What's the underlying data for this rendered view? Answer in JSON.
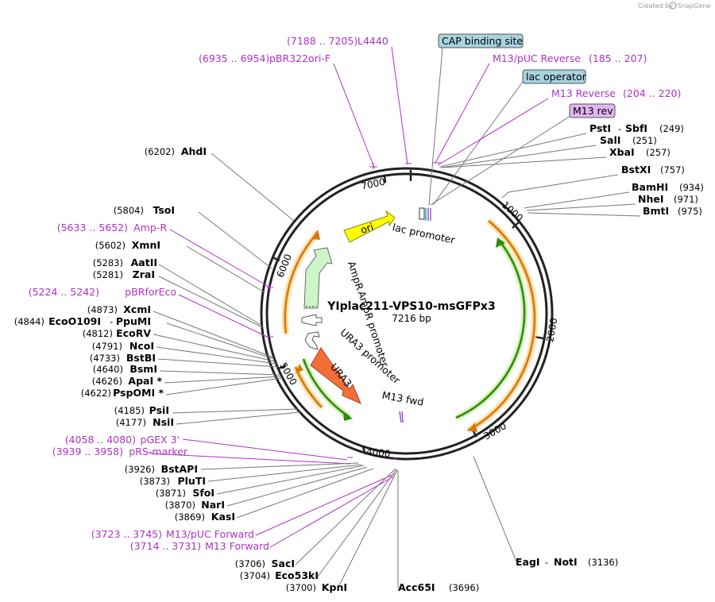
{
  "credit": {
    "created_by": "Created by",
    "brand": "SnapGene"
  },
  "plasmid": {
    "name": "YIplac211-VPS10-msGFPx3",
    "length": "7216 bp"
  },
  "ticks": [
    "1000",
    "2000",
    "3000",
    "4000",
    "5000",
    "6000",
    "7000"
  ],
  "features": {
    "ori": "ori",
    "ampr": "AmpR",
    "ampr_promoter": "AmpR promoter",
    "ura3": "URA3",
    "ura3_promoter": "URA3 promoter",
    "lac_promoter": "lac promoter",
    "m13_fwd": "M13 fwd"
  },
  "boxed_features": {
    "cap": "CAP binding site",
    "lac_operator": "lac operator",
    "m13_rev": "M13 rev"
  },
  "primers_top": {
    "l4440": {
      "range": "(7188 .. 7205)",
      "name": "L4440"
    },
    "pbr322ori": {
      "range": "(6935 .. 6954)",
      "name": "pBR322ori-F"
    },
    "m13puc_rev": {
      "name": "M13/pUC Reverse",
      "range": "(185 .. 207)"
    },
    "m13_rev": {
      "name": "M13 Reverse",
      "range": "(204 .. 220)"
    }
  },
  "sites_right": [
    {
      "name": "PstI",
      "name2": "SbfI",
      "pos": "(249)"
    },
    {
      "name": "SalI",
      "pos": "(251)"
    },
    {
      "name": "XbaI",
      "pos": "(257)"
    },
    {
      "name": "BstXI",
      "pos": "(757)"
    },
    {
      "name": "BamHI",
      "pos": "(934)"
    },
    {
      "name": "NheI",
      "pos": "(971)"
    },
    {
      "name": "BmtI",
      "pos": "(975)"
    }
  ],
  "sites_left": [
    {
      "pos": "(6202)",
      "name": "AhdI"
    },
    {
      "pos": "(5804)",
      "name": "TsoI"
    },
    {
      "primer": true,
      "range": "(5633 .. 5652)",
      "name": "Amp-R"
    },
    {
      "pos": "(5602)",
      "name": "XmnI"
    },
    {
      "pos": "(5283)",
      "name": "AatII"
    },
    {
      "pos": "(5281)",
      "name": "ZraI"
    },
    {
      "primer": true,
      "range": "(5224 .. 5242)",
      "name": "pBRforEco"
    },
    {
      "pos": "(4873)",
      "name": "XcmI"
    },
    {
      "pos": "(4844)",
      "name": "EcoO109I",
      "name2": "PpuMI"
    },
    {
      "pos": "(4812)",
      "name": "EcoRV"
    },
    {
      "pos": "(4791)",
      "name": "NcoI"
    },
    {
      "pos": "(4733)",
      "name": "BstBI"
    },
    {
      "pos": "(4640)",
      "name": "BsmI"
    },
    {
      "pos": "(4626)",
      "name": "ApaI *"
    },
    {
      "pos": "(4622)",
      "name": "PspOMI *"
    },
    {
      "pos": "(4185)",
      "name": "PsiI"
    },
    {
      "pos": "(4177)",
      "name": "NsiI"
    },
    {
      "primer": true,
      "range": "(4058 .. 4080)",
      "name": "pGEX 3'"
    },
    {
      "primer": true,
      "range": "(3939 .. 3958)",
      "name": "pRS-marker"
    },
    {
      "pos": "(3926)",
      "name": "BstAPI"
    },
    {
      "pos": "(3873)",
      "name": "PluTI"
    },
    {
      "pos": "(3871)",
      "name": "SfoI"
    },
    {
      "pos": "(3870)",
      "name": "NarI"
    },
    {
      "pos": "(3869)",
      "name": "KasI"
    },
    {
      "primer": true,
      "range": "(3723 .. 3745)",
      "name": "M13/pUC Forward"
    },
    {
      "primer": true,
      "range": "(3714 .. 3731)",
      "name": "M13 Forward"
    },
    {
      "pos": "(3706)",
      "name": "SacI"
    },
    {
      "pos": "(3704)",
      "name": "Eco53kI"
    },
    {
      "pos": "(3700)",
      "name": "KpnI"
    }
  ],
  "sites_bottom": [
    {
      "name": "Acc65I",
      "pos": "(3696)"
    },
    {
      "name": "EagI",
      "name2": "NotI",
      "pos": "(3136)"
    }
  ]
}
